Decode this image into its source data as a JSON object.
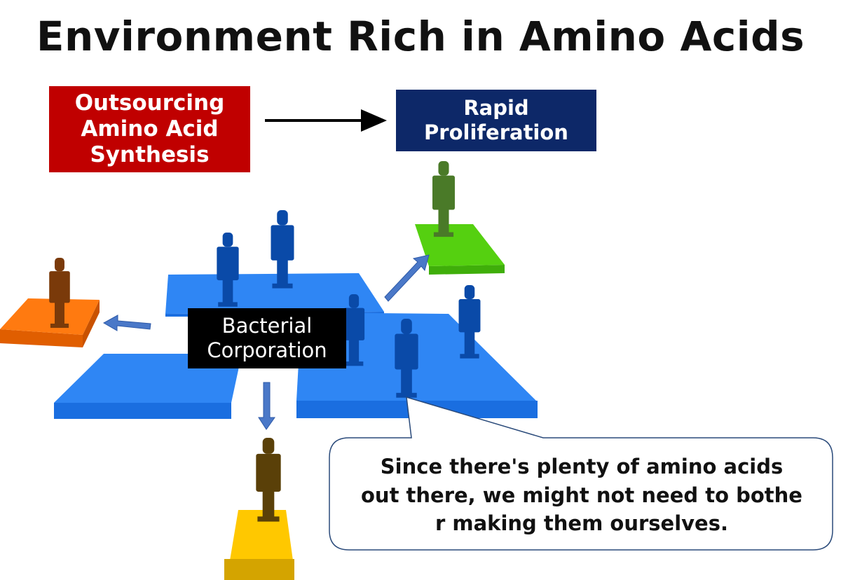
{
  "title": "Environment Rich in Amino Acids",
  "boxes": {
    "outsourcing": "Outsourcing\nAmino Acid\nSynthesis",
    "rapid": "Rapid\nProliferation",
    "corporation": "Bacterial\nCorporation"
  },
  "speech": "Since there's plenty of amino acids\nout there, we might not need to bothe\nr making them ourselves.",
  "colors": {
    "red_box": "#c00000",
    "navy_box": "#0d2868",
    "platform_blue": "#2f86f4",
    "orange": "#ff7a10",
    "green": "#55d010",
    "yellow": "#ffc800"
  }
}
